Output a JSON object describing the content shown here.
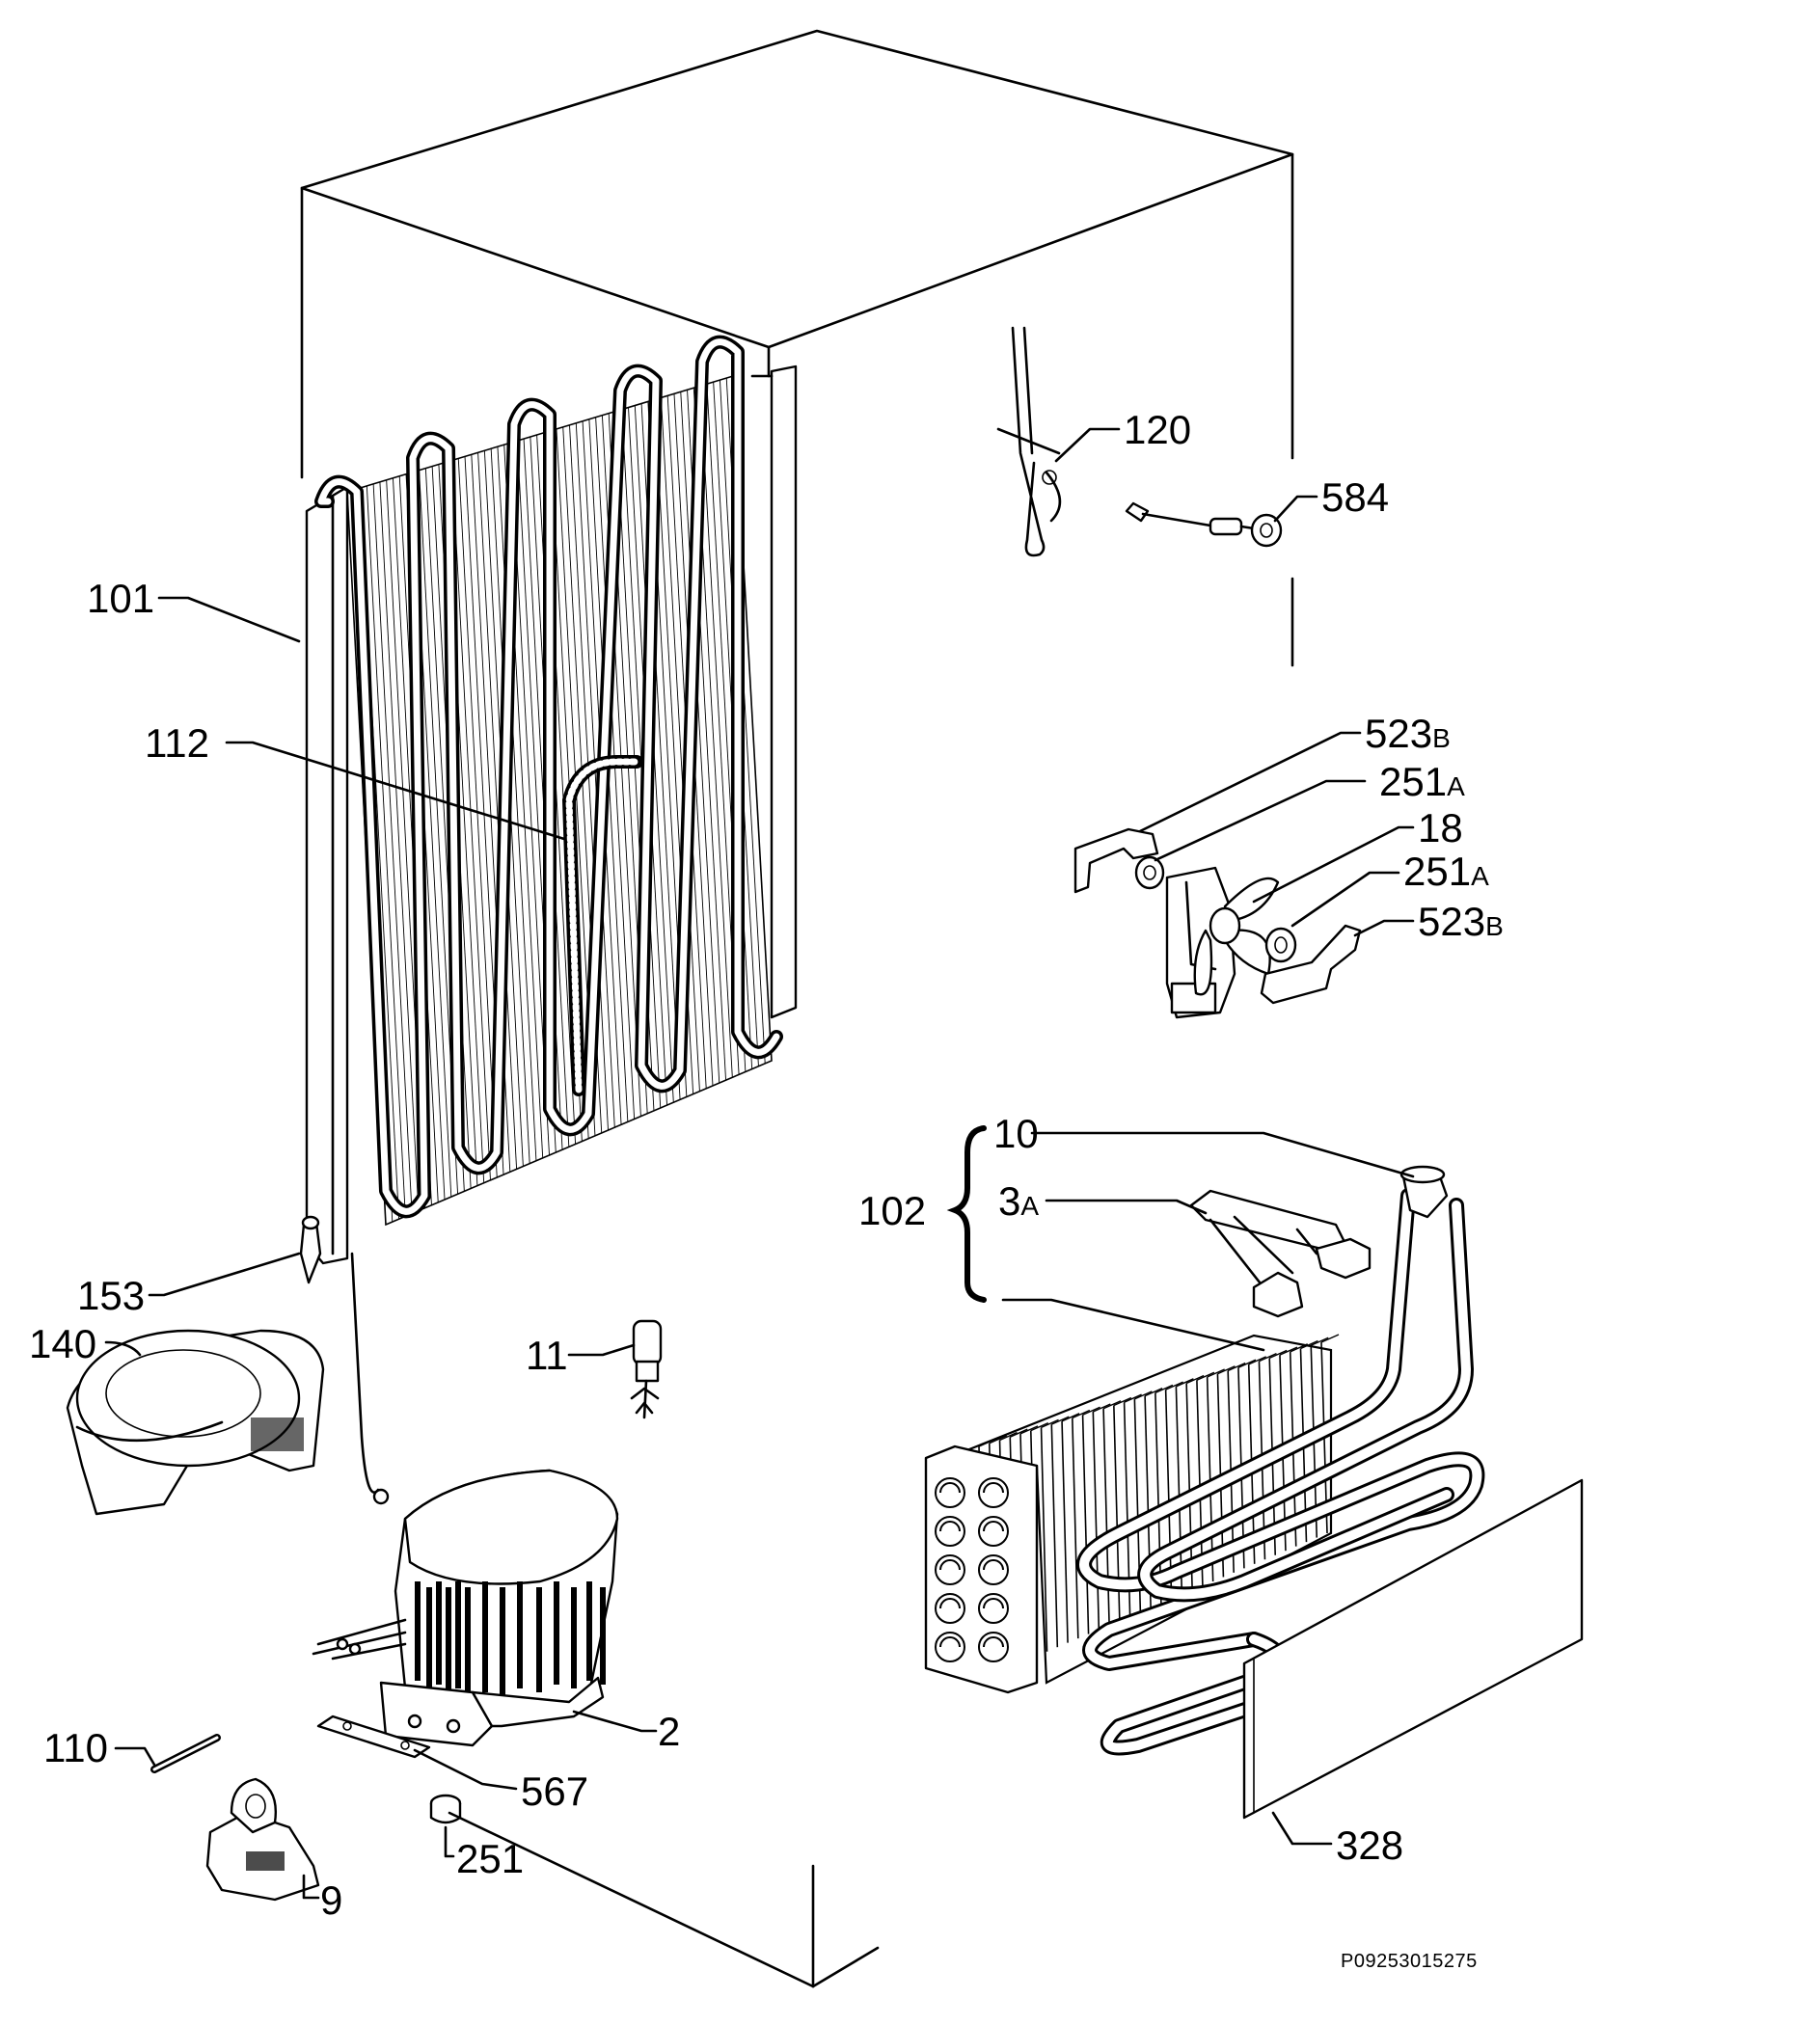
{
  "labels": {
    "l101": "101",
    "l112": "112",
    "l120": "120",
    "l584": "584",
    "l523b_top": "523",
    "l523b_top_suffix": "B",
    "l251a_top": "251",
    "l251a_top_suffix": "A",
    "l18": "18",
    "l251a_bot": "251",
    "l251a_bot_suffix": "A",
    "l523b_bot": "523",
    "l523b_bot_suffix": "B",
    "l10": "10",
    "l3a": "3",
    "l3a_suffix": "A",
    "l102": "102",
    "l153": "153",
    "l140": "140",
    "l11": "11",
    "l2": "2",
    "l110": "110",
    "l567": "567",
    "l251": "251",
    "l9": "9",
    "l328": "328"
  },
  "drawing_code": "P09253015275"
}
